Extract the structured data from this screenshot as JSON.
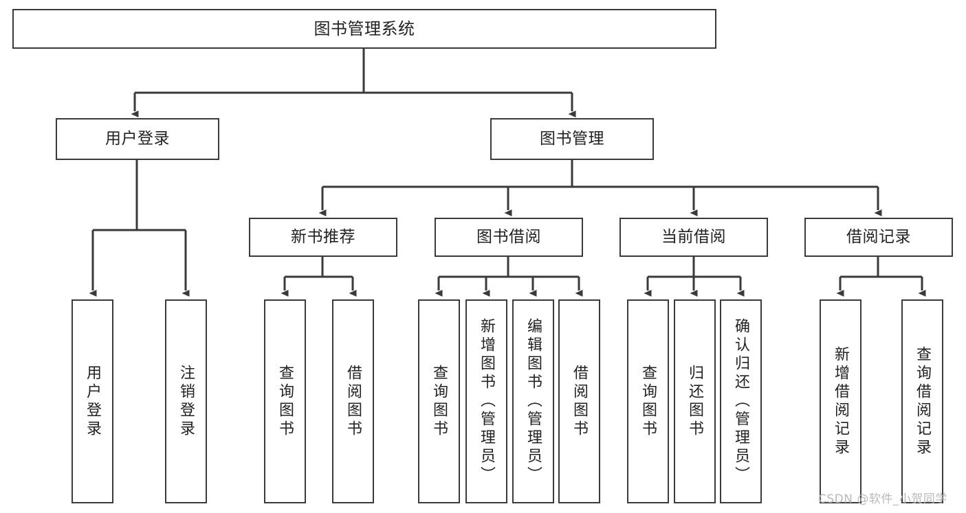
{
  "diagram": {
    "title": "图书管理系统",
    "type": "tree",
    "root": {
      "id": "root",
      "label": "图书管理系统",
      "orientation": "horizontal"
    },
    "level2": [
      {
        "id": "user-login",
        "label": "用户登录",
        "orientation": "horizontal"
      },
      {
        "id": "book-management",
        "label": "图书管理",
        "orientation": "horizontal"
      }
    ],
    "level3": [
      {
        "id": "new-book-recommend",
        "label": "新书推荐",
        "orientation": "horizontal",
        "parent": "book-management"
      },
      {
        "id": "book-borrow",
        "label": "图书借阅",
        "orientation": "horizontal",
        "parent": "book-management"
      },
      {
        "id": "current-borrow",
        "label": "当前借阅",
        "orientation": "horizontal",
        "parent": "book-management"
      },
      {
        "id": "borrow-record",
        "label": "借阅记录",
        "orientation": "horizontal",
        "parent": "book-management"
      }
    ],
    "leaves": [
      {
        "id": "leaf-user-login",
        "label": "用户登录",
        "parent": "user-login"
      },
      {
        "id": "leaf-logout-login",
        "label": "注销登录",
        "parent": "user-login"
      },
      {
        "id": "leaf-query-book-1",
        "label": "查询图书",
        "parent": "new-book-recommend"
      },
      {
        "id": "leaf-borrow-book-1",
        "label": "借阅图书",
        "parent": "new-book-recommend"
      },
      {
        "id": "leaf-query-book-2",
        "label": "查询图书",
        "parent": "book-borrow"
      },
      {
        "id": "leaf-add-book",
        "label": "新增图书（管理员）",
        "parent": "book-borrow"
      },
      {
        "id": "leaf-edit-book",
        "label": "编辑图书（管理员）",
        "parent": "book-borrow"
      },
      {
        "id": "leaf-borrow-book-2",
        "label": "借阅图书",
        "parent": "book-borrow"
      },
      {
        "id": "leaf-query-book-3",
        "label": "查询图书",
        "parent": "current-borrow"
      },
      {
        "id": "leaf-return-book",
        "label": "归还图书",
        "parent": "current-borrow"
      },
      {
        "id": "leaf-confirm-return",
        "label": "确认归还（管理员）",
        "parent": "current-borrow"
      },
      {
        "id": "leaf-add-record",
        "label": "新增借阅记录",
        "parent": "borrow-record"
      },
      {
        "id": "leaf-query-record",
        "label": "查询借阅记录",
        "parent": "borrow-record"
      }
    ]
  },
  "watermark": {
    "text": "CSDN @软件_小贺同学"
  },
  "colors": {
    "stroke": "#3a3a3a",
    "text": "#222222",
    "background": "#ffffff",
    "watermark": "#b9b9b9"
  }
}
